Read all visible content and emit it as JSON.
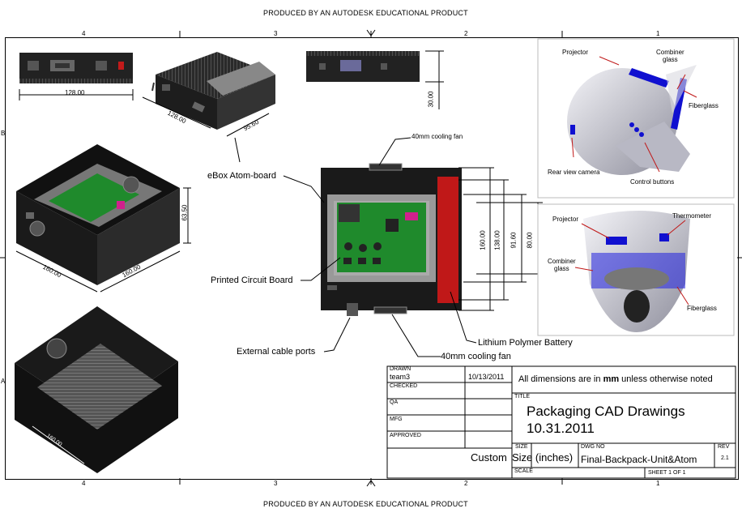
{
  "watermark_top": "PRODUCED BY AN AUTODESK EDUCATIONAL PRODUCT",
  "watermark_bottom": "PRODUCED BY AN AUTODESK EDUCATIONAL PRODUCT",
  "zones_top": [
    "4",
    "3",
    "2",
    "1"
  ],
  "zones_bottom": [
    "4",
    "3",
    "2",
    "1"
  ],
  "zones_side": [
    "B",
    "A"
  ],
  "dimensions": {
    "front_width": "128.00",
    "iso_width": "128.00",
    "iso_depth": "95.60",
    "side_height": "30.00",
    "case_height": "63.50",
    "case_width": "160.00",
    "case_depth": "160.00",
    "bottom_dim": "160.00",
    "top_h1": "160.00",
    "top_h2": "138.00",
    "top_h3": "91.60",
    "top_h4": "80.00"
  },
  "callouts": {
    "fan_top": "40mm cooling fan",
    "ebox": "eBox Atom-board",
    "pcb": "Printed Circuit Board",
    "ports": "External cable ports",
    "battery": "Lithium Polymer Battery",
    "fan_bottom": "40mm cooling fan"
  },
  "helmet_side": {
    "projector": "Projector",
    "combiner": "Combiner\nglass",
    "fiberglass": "Fiberglass",
    "camera": "Rear view camera",
    "buttons": "Control buttons"
  },
  "helmet_front": {
    "projector": "Projector",
    "thermometer": "Thermometer",
    "combiner": "Combiner\nglass",
    "fiberglass": "Fiberglass"
  },
  "title_block": {
    "drawn_label": "DRAWN",
    "drawn_by": "team3",
    "drawn_date": "10/13/2011",
    "checked_label": "CHECKED",
    "qa_label": "QA",
    "mfg_label": "MFG",
    "approved_label": "APPROVED",
    "note_prefix": "All dimensions are in ",
    "note_bold": "mm",
    "note_suffix": " unless otherwise noted",
    "title_label": "TITLE",
    "title_line1": "Packaging CAD Drawings",
    "title_line2": "10.31.2011",
    "custom": "Custom",
    "size_label": "SIZE",
    "size_value": "Size (inches)",
    "dwg_label": "DWG NO",
    "dwg_value": "Final-Backpack-Unit&Atom",
    "rev_label": "REV",
    "rev_value": "2.1",
    "scale_label": "SCALE",
    "sheet": "SHEET 1  OF 1"
  },
  "colors": {
    "pcb_green": "#1f8a2c",
    "battery_red": "#c01818",
    "helmet_blue": "#1010d0",
    "pink_chip": "#d0208c"
  }
}
